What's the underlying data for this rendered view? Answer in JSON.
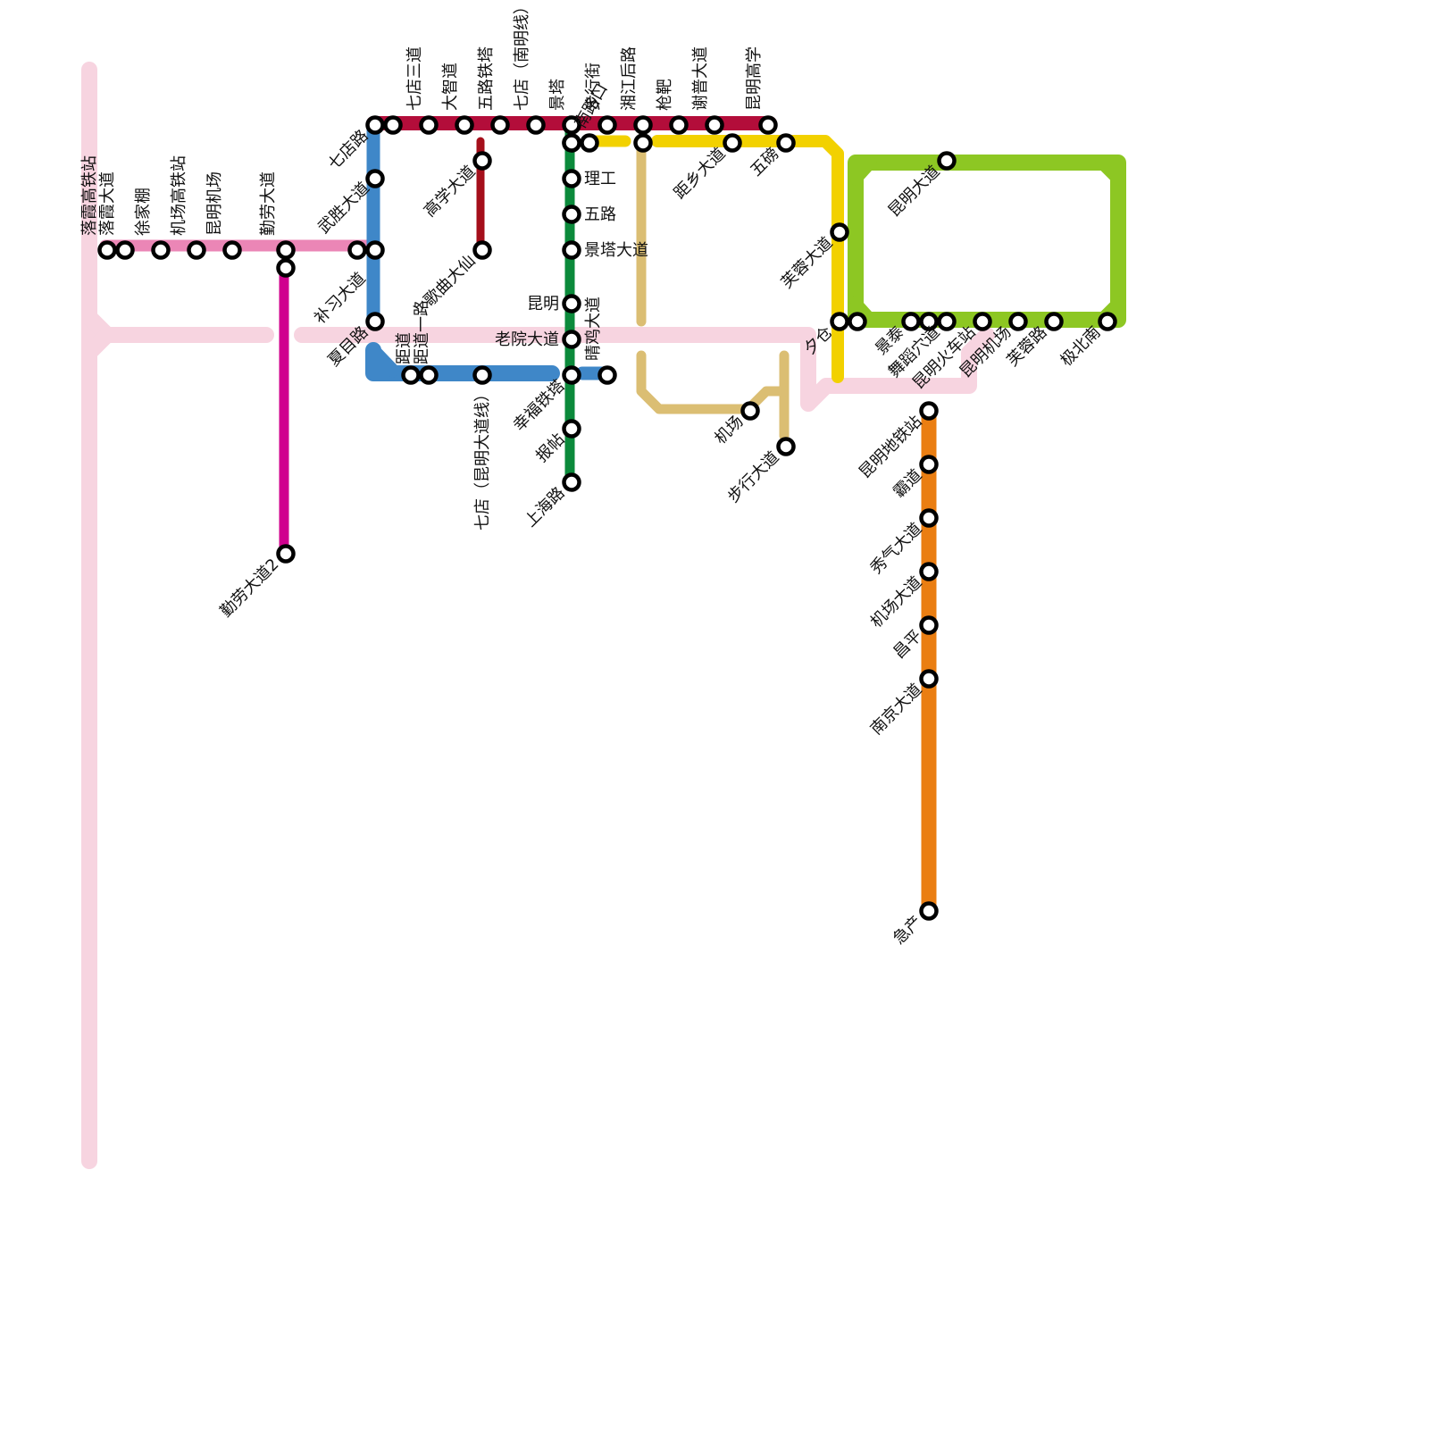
{
  "map": {
    "colors": {
      "pink_light": "#f7d4e0",
      "pink": "#eb86b6",
      "magenta": "#d0008e",
      "blue": "#3f87c8",
      "crimson": "#b30d3a",
      "darkred": "#a50f1b",
      "green": "#0b8a3b",
      "tan": "#dbbe73",
      "yellow": "#f2d100",
      "lime": "#8dc723",
      "orange": "#ea7e12"
    },
    "lines": [
      {
        "id": "pink-light",
        "color_key": "pink_light"
      },
      {
        "id": "pink",
        "color_key": "pink"
      },
      {
        "id": "magenta",
        "color_key": "magenta"
      },
      {
        "id": "blue",
        "color_key": "blue"
      },
      {
        "id": "crimson",
        "color_key": "crimson"
      },
      {
        "id": "darkred",
        "color_key": "darkred"
      },
      {
        "id": "green",
        "color_key": "green"
      },
      {
        "id": "tan",
        "color_key": "tan"
      },
      {
        "id": "yellow",
        "color_key": "yellow"
      },
      {
        "id": "lime",
        "color_key": "lime"
      },
      {
        "id": "orange",
        "color_key": "orange"
      }
    ],
    "stations": [
      {
        "name": "落霞高铁站"
      },
      {
        "name": "落霞大道"
      },
      {
        "name": "徐家棚"
      },
      {
        "name": "机场高铁站"
      },
      {
        "name": "昆明机场"
      },
      {
        "name": "勤劳大道"
      },
      {
        "name": "勤劳大道2"
      },
      {
        "name": "武胜大道"
      },
      {
        "name": "补习大道"
      },
      {
        "name": "七店路"
      },
      {
        "name": "夏目路"
      },
      {
        "name": "距道"
      },
      {
        "name": "距道一路"
      },
      {
        "name": "七店（昆明大道线）"
      },
      {
        "name": "晴鸡大道"
      },
      {
        "name": "七店三道"
      },
      {
        "name": "大智道"
      },
      {
        "name": "五路铁塔"
      },
      {
        "name": "七店（南明线）"
      },
      {
        "name": "景塔"
      },
      {
        "name": "步行街"
      },
      {
        "name": "湘江后路"
      },
      {
        "name": "枪靶"
      },
      {
        "name": "谢普大道"
      },
      {
        "name": "昆明高学"
      },
      {
        "name": "高学大道"
      },
      {
        "name": "歌曲大仙"
      },
      {
        "name": "理工"
      },
      {
        "name": "南路口"
      },
      {
        "name": "五路"
      },
      {
        "name": "景塔大道"
      },
      {
        "name": "昆明"
      },
      {
        "name": "老院大道"
      },
      {
        "name": "幸福铁塔"
      },
      {
        "name": "报帖"
      },
      {
        "name": "上海路"
      },
      {
        "name": "距乡大道"
      },
      {
        "name": "五磅"
      },
      {
        "name": "机场"
      },
      {
        "name": "步行大道"
      },
      {
        "name": "芙蓉大道"
      },
      {
        "name": "夕仓"
      },
      {
        "name": "昆明大道"
      },
      {
        "name": "景泰"
      },
      {
        "name": "舞蹈穴道"
      },
      {
        "name": "昆明火车站"
      },
      {
        "name": "昆明机场"
      },
      {
        "name": "芙蓉路"
      },
      {
        "name": "极北南"
      },
      {
        "name": "昆明地铁站"
      },
      {
        "name": "霸道"
      },
      {
        "name": "秀气大道"
      },
      {
        "name": "机场大道"
      },
      {
        "name": "昌平"
      },
      {
        "name": "南京大道"
      },
      {
        "name": "急产"
      }
    ]
  }
}
